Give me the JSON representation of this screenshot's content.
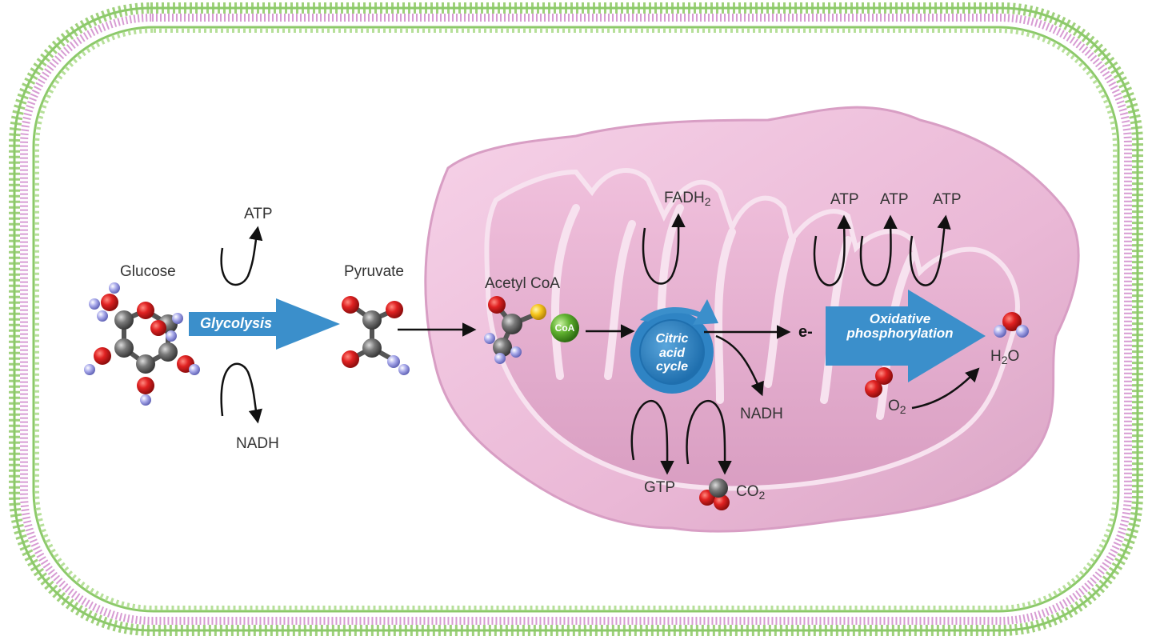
{
  "labels": {
    "glucose": "Glucose",
    "glycolysis": "Glycolysis",
    "atp_glycolysis": "ATP",
    "nadh_glycolysis": "NADH",
    "pyruvate": "Pyruvate",
    "acetyl_coa": "Acetyl CoA",
    "coa": "CoA",
    "citric_line1": "Citric",
    "citric_line2": "acid",
    "citric_line3": "cycle",
    "fadh_main": "FADH",
    "fadh_sub": "2",
    "nadh_krebs": "NADH",
    "gtp": "GTP",
    "co2_main": "CO",
    "co2_sub": "2",
    "electron": "e-",
    "oxphos_line1": "Oxidative",
    "oxphos_line2": "phosphorylation",
    "atp_1": "ATP",
    "atp_2": "ATP",
    "atp_3": "ATP",
    "o2_main": "O",
    "o2_sub": "2",
    "h2o_h": "H",
    "h2o_sub": "2",
    "h2o_o": "O"
  },
  "colors": {
    "membrane_green": "#8cc96a",
    "membrane_pink": "#d79bd3",
    "mito_outer": "#f0c6e0",
    "mito_inner": "#e7aacd",
    "arrow_blue": "#3b8fcb",
    "cycle_blue": "#2f84c4",
    "oxygen_red": "#d01f1f",
    "carbon_gray": "#6b6b6b",
    "hydrogen_lilac": "#9d9ee0",
    "coa_green": "#5fb12f",
    "sulfur_yellow": "#f1c21b"
  }
}
